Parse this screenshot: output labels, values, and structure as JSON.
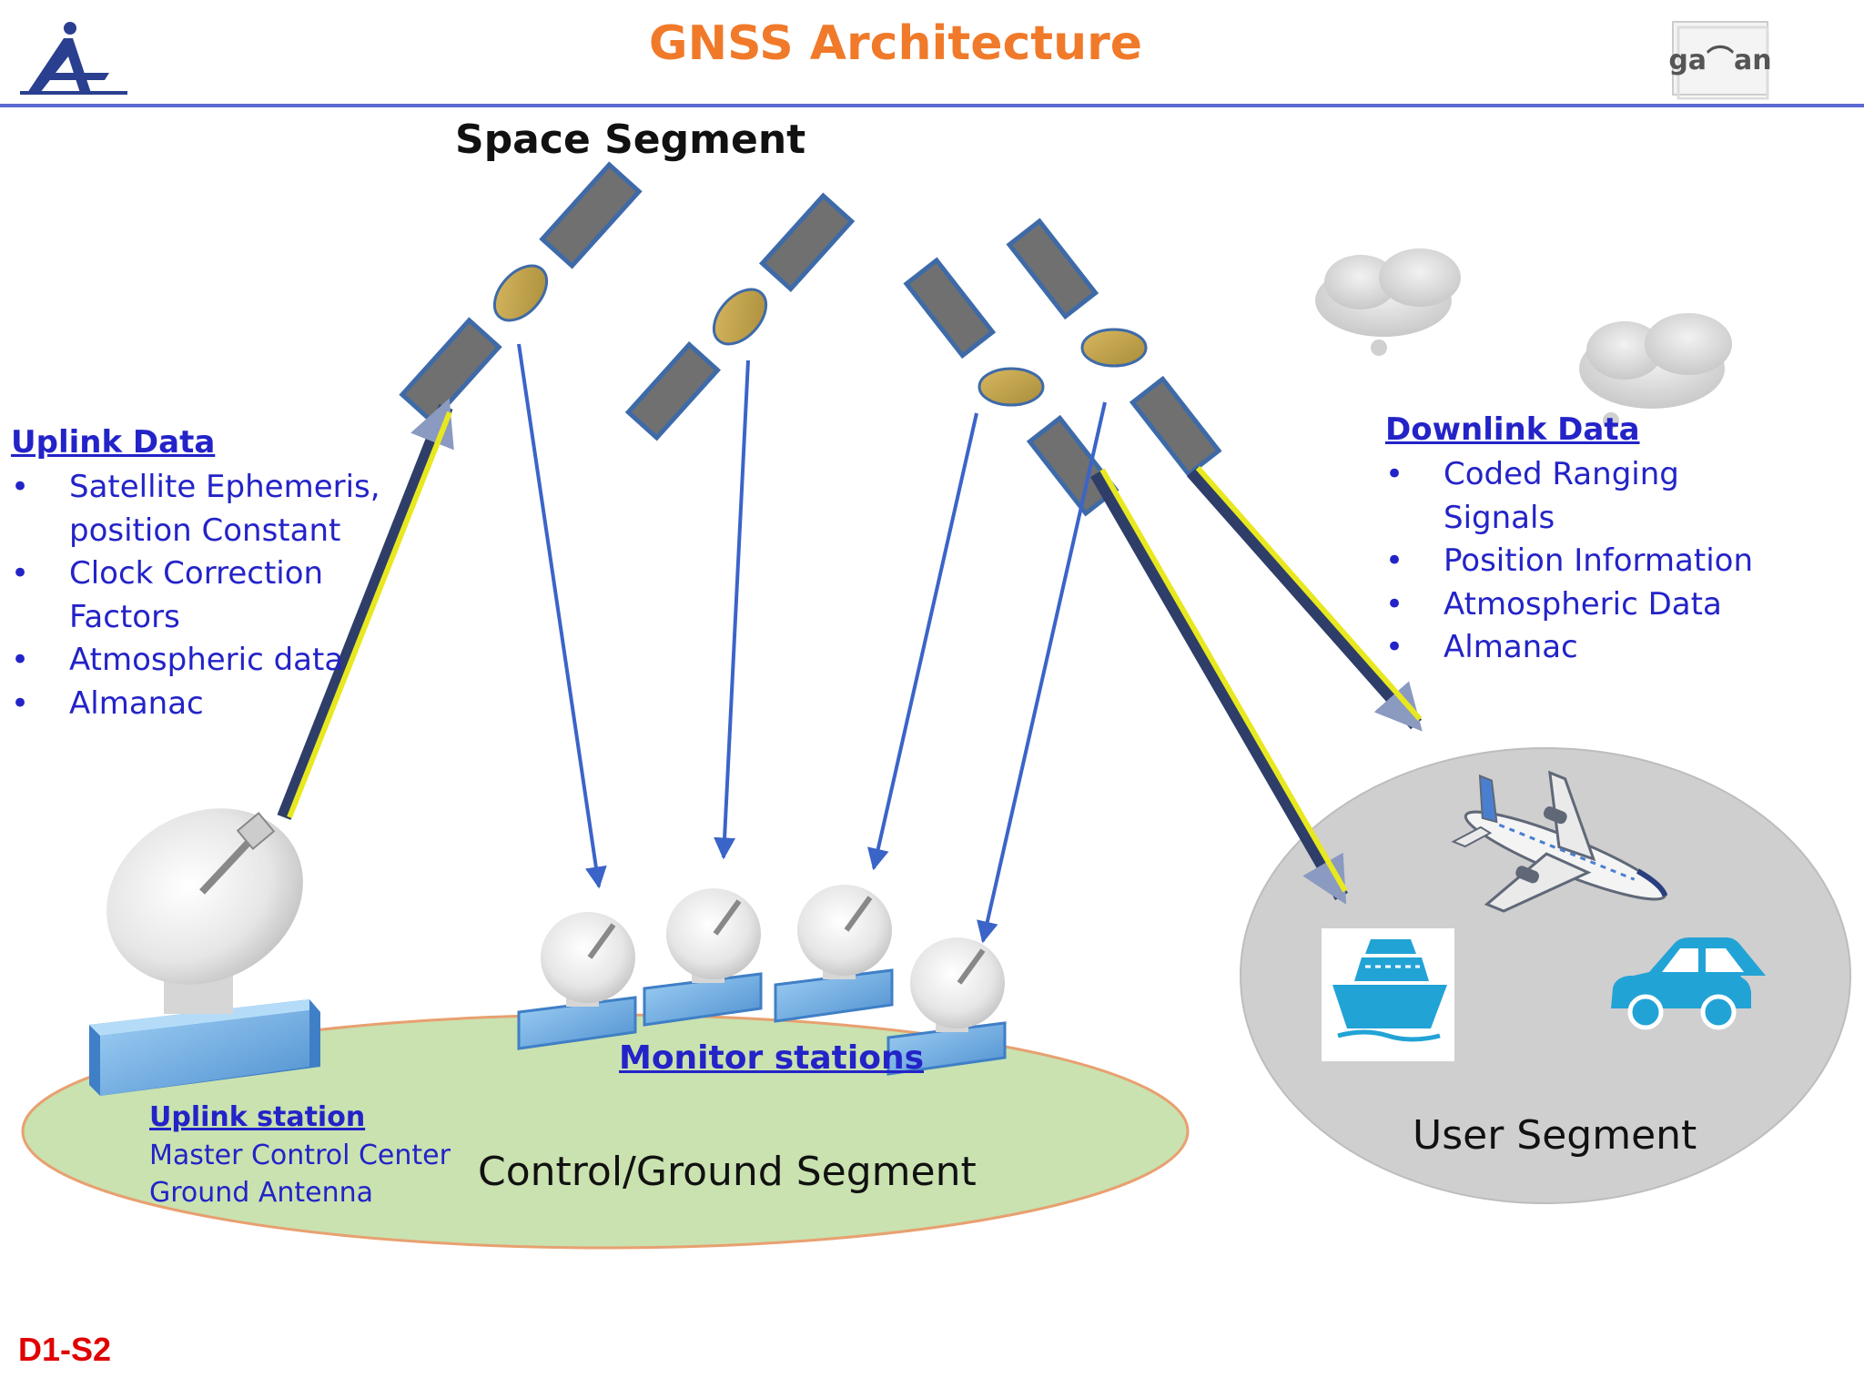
{
  "title": "GNSS Architecture",
  "space_segment_label": "Space Segment",
  "uplink": {
    "heading": "Uplink Data",
    "items": [
      "Satellite Ephemeris,",
      "position Constant",
      "Clock Correction",
      "Factors",
      " Atmospheric data",
      "Almanac"
    ]
  },
  "downlink": {
    "heading": "Downlink Data",
    "items": [
      " Coded Ranging",
      "Signals",
      " Position Information",
      "Atmospheric Data",
      "Almanac"
    ]
  },
  "uplink_station": {
    "heading": "Uplink station",
    "line1": "Master Control Center",
    "line2": "Ground Antenna"
  },
  "monitor_stations_label": "Monitor stations",
  "control_segment_label": "Control/Ground Segment",
  "user_segment_label": "User Segment",
  "footer_code": "D1-S2",
  "logos": {
    "left": "aai-logo",
    "right_text": "gagan"
  },
  "colors": {
    "title": "#f07a2a",
    "link_text": "#2323c8",
    "header_rule": "#5a6ad0",
    "footer": "#e00000",
    "ground_ellipse": "#c9e2b0",
    "user_ellipse": "#cfcfcf",
    "vehicle_blue": "#22a3d6",
    "signal_line": "#3b64c8",
    "uplink_beam": "#e8e820"
  }
}
